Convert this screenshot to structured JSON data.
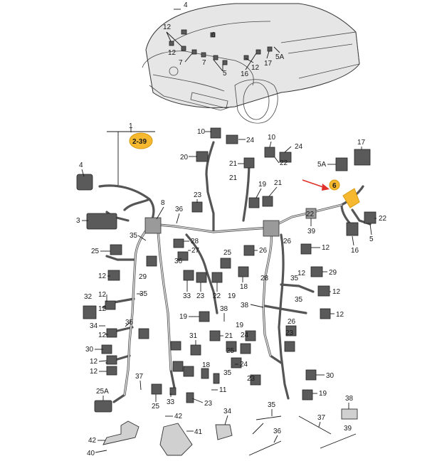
{
  "callouts": {
    "ref_badge": "2-39",
    "highlight_item": "6",
    "arrow_color": "#e0312b",
    "badge_color": "#f5b82e"
  },
  "car_labels": [
    "4",
    "12",
    "6",
    "7",
    "12",
    "7",
    "5",
    "12",
    "16",
    "17",
    "5A"
  ],
  "harness_labels": [
    "1",
    "4",
    "3",
    "8",
    "36",
    "35",
    "25",
    "29",
    "12",
    "35",
    "32",
    "12",
    "34",
    "12",
    "12",
    "35",
    "30",
    "12",
    "12",
    "25A",
    "37",
    "25",
    "33",
    "40",
    "42",
    "41",
    "10",
    "24",
    "20",
    "21",
    "23",
    "28",
    "27",
    "25",
    "26",
    "33",
    "36",
    "22",
    "23",
    "18",
    "19",
    "10",
    "24",
    "21",
    "22",
    "19",
    "21",
    "26",
    "12",
    "12",
    "29",
    "12",
    "35",
    "28",
    "38",
    "38",
    "19",
    "31",
    "21",
    "35",
    "12",
    "19",
    "26",
    "24",
    "18",
    "11",
    "23",
    "23",
    "25",
    "24",
    "30",
    "19",
    "23",
    "42",
    "34",
    "35",
    "36",
    "37",
    "39",
    "38",
    "35",
    "17",
    "5A",
    "22",
    "6",
    "39",
    "22",
    "5",
    "16"
  ]
}
